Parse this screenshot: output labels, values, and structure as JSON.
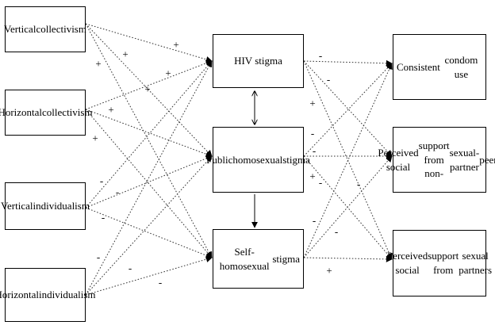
{
  "nodes": {
    "vertical_collectivism": {
      "lines": [
        "Vertical",
        "collectivism"
      ]
    },
    "horizontal_collectivism": {
      "lines": [
        "Horizontal",
        "collectivism"
      ]
    },
    "vertical_individualism": {
      "lines": [
        "Vertical",
        "individualism"
      ]
    },
    "horizontal_individualism": {
      "lines": [
        "Horizontal",
        "individualism"
      ]
    },
    "hiv_stigma": {
      "lines": [
        "HIV stigma"
      ]
    },
    "public_homosexual_stigma": {
      "lines": [
        "Public",
        "homosexual",
        "stigma"
      ]
    },
    "self_homosexual_stigma": {
      "lines": [
        "Self-homosexual",
        "stigma"
      ]
    },
    "consistent_condom_use": {
      "lines": [
        "Consistent",
        "condom use"
      ]
    },
    "support_non_sexual_partner_peers": {
      "lines": [
        "Perceived social",
        "support from non-",
        "sexual-partner",
        "peers"
      ]
    },
    "support_sexual_partners": {
      "lines": [
        "Perceived social",
        "support from",
        "sexual partners"
      ]
    }
  },
  "signs": [
    "+",
    "+",
    "+",
    "+",
    "+",
    "+",
    "+",
    "-",
    "-",
    "-",
    "-",
    "-",
    "-",
    "-",
    "-",
    "-",
    "-",
    "-",
    "-",
    "+",
    "-",
    "-",
    "+",
    "+"
  ],
  "style": {
    "line_color": "#333333",
    "arrow_color": "#000000"
  }
}
